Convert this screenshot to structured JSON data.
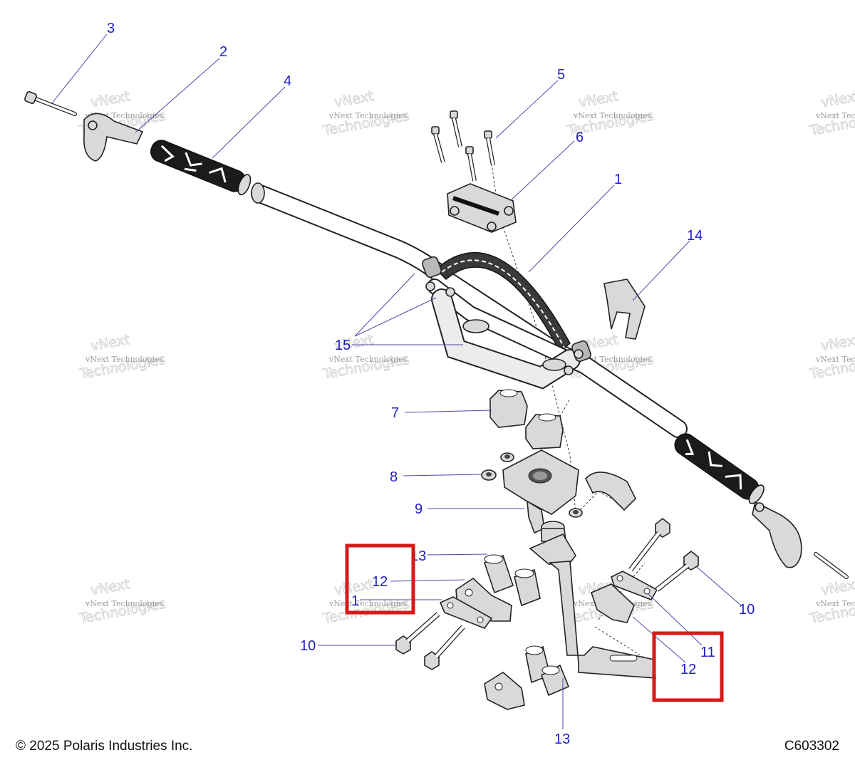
{
  "callouts": [
    {
      "id": "c3",
      "label": "3"
    },
    {
      "id": "c2",
      "label": "2"
    },
    {
      "id": "c4",
      "label": "4"
    },
    {
      "id": "c5",
      "label": "5"
    },
    {
      "id": "c6",
      "label": "6"
    },
    {
      "id": "c1a",
      "label": "1"
    },
    {
      "id": "c14",
      "label": "14"
    },
    {
      "id": "c15",
      "label": "15"
    },
    {
      "id": "c7",
      "label": "7"
    },
    {
      "id": "c8",
      "label": "8"
    },
    {
      "id": "c9",
      "label": "9"
    },
    {
      "id": "c13a",
      "label": "13"
    },
    {
      "id": "c12a",
      "label": "12"
    },
    {
      "id": "c1b",
      "label": "1"
    },
    {
      "id": "c10a",
      "label": "10"
    },
    {
      "id": "c10b",
      "label": "10"
    },
    {
      "id": "c11",
      "label": "11"
    },
    {
      "id": "c12b",
      "label": "12"
    },
    {
      "id": "c13b",
      "label": "13"
    }
  ],
  "watermark": {
    "line1": "vNext Technologies",
    "line2": "vNext",
    "line3": "Technologies"
  },
  "footer": {
    "copyright": "© 2025 Polaris Industries Inc.",
    "drawing_number": "C603302"
  },
  "colors": {
    "callout": "#1f1fbf",
    "highlight": "#d61a1a"
  }
}
